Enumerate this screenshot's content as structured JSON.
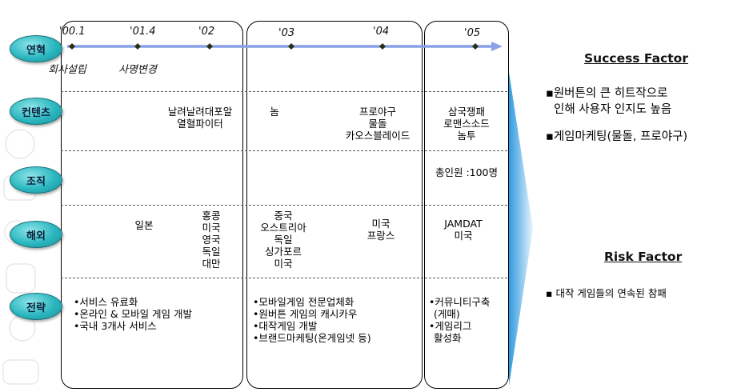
{
  "row_labels": [
    "연혁",
    "컨텐츠",
    "조직",
    "해외",
    "전략"
  ],
  "timeline": {
    "years": [
      "'00.1",
      "'01.4",
      "'02",
      "'03",
      "'04",
      "'05"
    ],
    "events": [
      "회사설립",
      "사명변경"
    ]
  },
  "content_row": {
    "p2002": [
      "날려날려대포알",
      "열혈파이터"
    ],
    "p2003": [
      "놈"
    ],
    "p2004": [
      "프로야구",
      "물돌",
      "카오스블레이드"
    ],
    "p2005": [
      "삼국쟁패",
      "로맨스소드",
      "놈투"
    ]
  },
  "org_row": {
    "p2005": "총인원 :100명"
  },
  "overseas_row": {
    "japan": [
      "일본"
    ],
    "p2002": [
      "홍콩",
      "미국",
      "영국",
      "독일",
      "대만"
    ],
    "p2003": [
      "중국",
      "오스트리아",
      "독일",
      "싱가포르",
      "미국"
    ],
    "p2004": [
      "미국",
      "프랑스"
    ],
    "p2005": [
      "JAMDAT",
      "미국"
    ]
  },
  "strategy_row": {
    "p1": [
      "•서비스 유료화",
      "•온라인 & 모바일 게임 개발",
      "•국내 3개사 서비스"
    ],
    "p2": [
      "•모바일게임 전문업체화",
      "•원버튼 게임의 캐시카우",
      "•대작게임 개발",
      "•브랜드마케팅(온게임넷 등)"
    ],
    "p3": [
      "•커뮤니티구축",
      "(게매)",
      "•게임리그",
      "활성화"
    ]
  },
  "success": {
    "title": "Success Factor",
    "items": [
      "▪원버튼의 큰 히트작으로",
      "인해 사용자 인지도 높음",
      "▪게임마케팅(물돌, 프로야구)"
    ]
  },
  "risk": {
    "title": "Risk Factor",
    "items": [
      "▪ 대작 게임들의 연속된 참패"
    ]
  },
  "colors": {
    "pill": "#2bb7c0",
    "timeline_arrow": "#8aa0e8",
    "chevron": "#4aa8e6"
  }
}
